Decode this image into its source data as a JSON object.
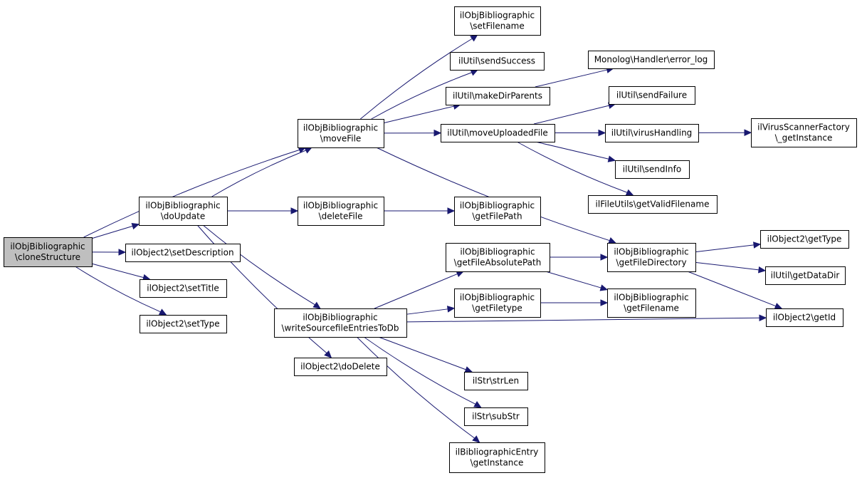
{
  "colors": {
    "edge": "#191970",
    "node_fill": "#ffffff",
    "root_fill": "#bfbfbf",
    "border": "#000000"
  },
  "nodes": [
    {
      "id": "cloneStructure",
      "lines": [
        "ilObjBibliographic",
        "\\cloneStructure"
      ],
      "root": true
    },
    {
      "id": "moveFile",
      "lines": [
        "ilObjBibliographic",
        "\\moveFile"
      ]
    },
    {
      "id": "doUpdate",
      "lines": [
        "ilObjBibliographic",
        "\\doUpdate"
      ]
    },
    {
      "id": "setDescription",
      "lines": [
        "ilObject2\\setDescription"
      ]
    },
    {
      "id": "setTitle",
      "lines": [
        "ilObject2\\setTitle"
      ]
    },
    {
      "id": "setType",
      "lines": [
        "ilObject2\\setType"
      ]
    },
    {
      "id": "setFilename",
      "lines": [
        "ilObjBibliographic",
        "\\setFilename"
      ]
    },
    {
      "id": "sendSuccess",
      "lines": [
        "ilUtil\\sendSuccess"
      ]
    },
    {
      "id": "makeDirParents",
      "lines": [
        "ilUtil\\makeDirParents"
      ]
    },
    {
      "id": "moveUploadedFile",
      "lines": [
        "ilUtil\\moveUploadedFile"
      ]
    },
    {
      "id": "getFileDirectory",
      "lines": [
        "ilObjBibliographic",
        "\\getFileDirectory"
      ]
    },
    {
      "id": "deleteFile",
      "lines": [
        "ilObjBibliographic",
        "\\deleteFile"
      ]
    },
    {
      "id": "writeSourcefileEntriesToDb",
      "lines": [
        "ilObjBibliographic",
        "\\writeSourcefileEntriesToDb"
      ]
    },
    {
      "id": "doDelete",
      "lines": [
        "ilObject2\\doDelete"
      ]
    },
    {
      "id": "errorLog",
      "lines": [
        "Monolog\\Handler\\error_log"
      ]
    },
    {
      "id": "sendFailure",
      "lines": [
        "ilUtil\\sendFailure"
      ]
    },
    {
      "id": "virusHandling",
      "lines": [
        "ilUtil\\virusHandling"
      ]
    },
    {
      "id": "sendInfo",
      "lines": [
        "ilUtil\\sendInfo"
      ]
    },
    {
      "id": "getValidFilename",
      "lines": [
        "ilFileUtils\\getValidFilename"
      ]
    },
    {
      "id": "getFilePath",
      "lines": [
        "ilObjBibliographic",
        "\\getFilePath"
      ]
    },
    {
      "id": "getFileAbsolutePath",
      "lines": [
        "ilObjBibliographic",
        "\\getFileAbsolutePath"
      ]
    },
    {
      "id": "getFiletype",
      "lines": [
        "ilObjBibliographic",
        "\\getFiletype"
      ]
    },
    {
      "id": "getFilename",
      "lines": [
        "ilObjBibliographic",
        "\\getFilename"
      ]
    },
    {
      "id": "getType",
      "lines": [
        "ilObject2\\getType"
      ]
    },
    {
      "id": "getDataDir",
      "lines": [
        "ilUtil\\getDataDir"
      ]
    },
    {
      "id": "getId",
      "lines": [
        "ilObject2\\getId"
      ]
    },
    {
      "id": "getInstanceVirus",
      "lines": [
        "ilVirusScannerFactory",
        "\\_getInstance"
      ]
    },
    {
      "id": "strLen",
      "lines": [
        "ilStr\\strLen"
      ]
    },
    {
      "id": "subStr",
      "lines": [
        "ilStr\\subStr"
      ]
    },
    {
      "id": "getInstanceEntry",
      "lines": [
        "ilBibliographicEntry",
        "\\getInstance"
      ]
    }
  ],
  "edges": [
    {
      "from": "cloneStructure",
      "to": "moveFile"
    },
    {
      "from": "cloneStructure",
      "to": "doUpdate"
    },
    {
      "from": "cloneStructure",
      "to": "setDescription"
    },
    {
      "from": "cloneStructure",
      "to": "setTitle"
    },
    {
      "from": "cloneStructure",
      "to": "setType"
    },
    {
      "from": "doUpdate",
      "to": "moveFile"
    },
    {
      "from": "doUpdate",
      "to": "deleteFile"
    },
    {
      "from": "doUpdate",
      "to": "writeSourcefileEntriesToDb"
    },
    {
      "from": "doUpdate",
      "to": "doDelete"
    },
    {
      "from": "moveFile",
      "to": "setFilename"
    },
    {
      "from": "moveFile",
      "to": "sendSuccess"
    },
    {
      "from": "moveFile",
      "to": "makeDirParents"
    },
    {
      "from": "moveFile",
      "to": "moveUploadedFile"
    },
    {
      "from": "moveFile",
      "to": "getFileDirectory"
    },
    {
      "from": "makeDirParents",
      "to": "errorLog"
    },
    {
      "from": "moveUploadedFile",
      "to": "sendFailure"
    },
    {
      "from": "moveUploadedFile",
      "to": "virusHandling"
    },
    {
      "from": "moveUploadedFile",
      "to": "sendInfo"
    },
    {
      "from": "moveUploadedFile",
      "to": "getValidFilename"
    },
    {
      "from": "virusHandling",
      "to": "getInstanceVirus"
    },
    {
      "from": "deleteFile",
      "to": "getFilePath"
    },
    {
      "from": "writeSourcefileEntriesToDb",
      "to": "getFileAbsolutePath"
    },
    {
      "from": "writeSourcefileEntriesToDb",
      "to": "getFiletype"
    },
    {
      "from": "writeSourcefileEntriesToDb",
      "to": "getId"
    },
    {
      "from": "writeSourcefileEntriesToDb",
      "to": "strLen"
    },
    {
      "from": "writeSourcefileEntriesToDb",
      "to": "subStr"
    },
    {
      "from": "writeSourcefileEntriesToDb",
      "to": "getInstanceEntry"
    },
    {
      "from": "getFileAbsolutePath",
      "to": "getFileDirectory"
    },
    {
      "from": "getFileAbsolutePath",
      "to": "getFilename"
    },
    {
      "from": "getFiletype",
      "to": "getFilename"
    },
    {
      "from": "getFileDirectory",
      "to": "getType"
    },
    {
      "from": "getFileDirectory",
      "to": "getDataDir"
    },
    {
      "from": "getFileDirectory",
      "to": "getId"
    }
  ]
}
